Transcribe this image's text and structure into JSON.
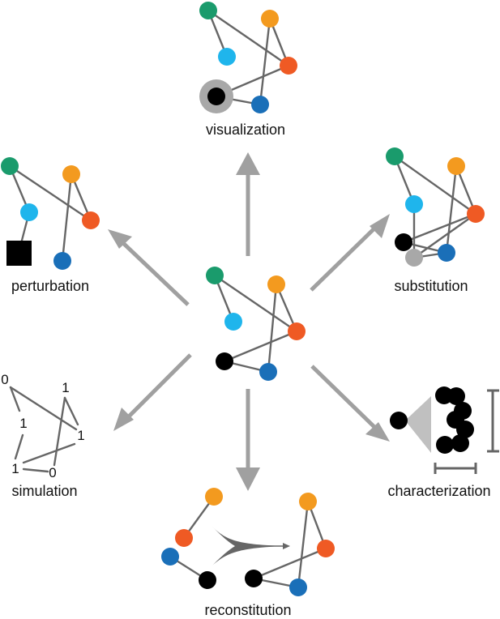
{
  "colors": {
    "green": "#1a9b6c",
    "orange": "#f39a1f",
    "lightblue": "#1fb5ec",
    "red": "#ef5a24",
    "blue": "#1a6fb8",
    "black": "#000000",
    "gray": "#a8a8a8",
    "arrow": "#a0a0a0",
    "edge": "#666666"
  },
  "labels": {
    "visualization": "visualization",
    "perturbation": "perturbation",
    "substitution": "substitution",
    "simulation": "simulation",
    "characterization": "characterization",
    "reconstitution": "reconstitution"
  },
  "simulation_states": [
    "0",
    "1",
    "1",
    "1",
    "1",
    "0"
  ]
}
